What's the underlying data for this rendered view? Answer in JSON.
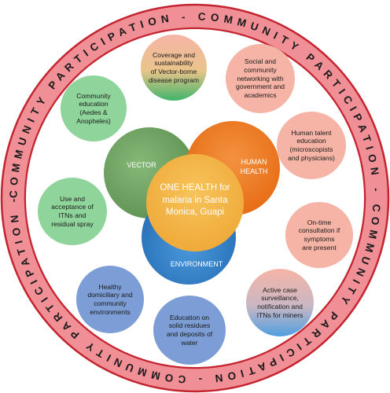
{
  "ring_text": "COMMUNITY PARTICIPATION",
  "ring_separator": "-",
  "colors": {
    "ring_fill": "#f08f96",
    "ring_stroke": "#c4242f",
    "vector": "#6ea35f",
    "human_health": "#ee7a1c",
    "environment": "#2f7fc7",
    "one_health": "#f4b545",
    "bubble_green": "#8fd49a",
    "bubble_salmon": "#f6b4a6",
    "bubble_blue": "#7c9dd6"
  },
  "venn": {
    "vector_label": "VECTOR",
    "human_health_label": "HUMAN\nHEALTH",
    "environment_label": "ENVIRONMENT",
    "center_label": "ONE HEALTH for\nmalaria in Santa\nMonica, Guapi"
  },
  "bubbles": [
    {
      "id": "coverage",
      "text": "Coverage and\nsustainability\nof Vector-borne\ndisease program"
    },
    {
      "id": "social",
      "text": "Social and\ncommunity\nnetworking  with\ngovernment and\nacademics"
    },
    {
      "id": "community-education",
      "text": "Community\neducation\n(Aedes &\nAnopheles)"
    },
    {
      "id": "human-talent",
      "text": "Human talent\neducation\n(microscopists\nand physicians)"
    },
    {
      "id": "itns",
      "text": "Use and\nacceptance of\nITNs and\nresidual spray"
    },
    {
      "id": "consultation",
      "text": "On-time\nconsultation if\nsymptoms\nare present"
    },
    {
      "id": "domiciliary",
      "text": "Healthy\ndomiciliary and\ncommunity\nenvironments"
    },
    {
      "id": "surveillance",
      "text": "Active case\nsurveillance,\nnotification and\nITNs for miners"
    },
    {
      "id": "solid-residues",
      "text": "Education on\nsolid residues\nand deposits of\nwater"
    }
  ]
}
